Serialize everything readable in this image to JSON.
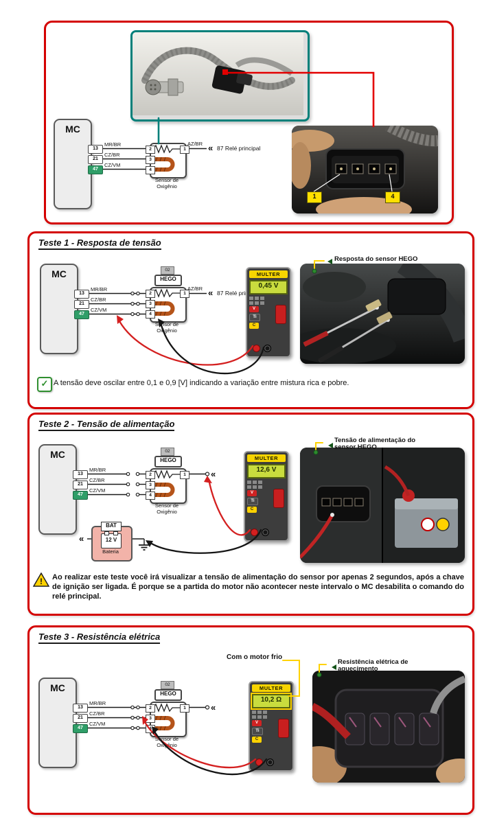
{
  "palette": {
    "panel_border": "#d40000",
    "photo_frame_teal": "#00807a",
    "highlight_yellow": "#ffd200",
    "lcd_green": "#c9dc3e",
    "pin47_green": "#2f9e68",
    "probe_red": "#d42020",
    "battery_pink": "#f2b3a9"
  },
  "diagram": {
    "mc_label": "MC",
    "rows": [
      {
        "pin": "13",
        "wire": "MR/BR"
      },
      {
        "pin": "21",
        "wire": "CZ/BR"
      },
      {
        "pin": "47",
        "wire": "CZ/VM"
      }
    ],
    "pins": {
      "p1": "1",
      "p2": "2",
      "p3": "3",
      "p4": "4"
    },
    "sensor_caption_line1": "Sensor de",
    "sensor_caption_line2": "Oxigênio",
    "hego_tag": "02",
    "hego_label": "HEGO",
    "output_wire": "AZ/BR",
    "relay_text": "87 Relé principal",
    "external_symbol": "«"
  },
  "meter": {
    "brand": "MULTER",
    "buttons": [
      "V",
      "Ti",
      "C"
    ]
  },
  "overview": {
    "connector_pin_left": "1",
    "connector_pin_right": "4"
  },
  "tests": [
    {
      "title": "Teste 1 - Resposta de tensão",
      "meter_value": "0,45 V",
      "callout": "Resposta do sensor HEGO",
      "note": "A tensão deve oscilar entre 0,1 e 0,9 [V] indicando a variação entre mistura rica e pobre."
    },
    {
      "title": "Teste 2 - Tensão de alimentação",
      "meter_value": "12,6 V",
      "callout_line1": "Tensão de alimentação do",
      "callout_line2": "sensor HEGO",
      "note": "Ao realizar este teste você irá visualizar a tensão de alimentação do sensor por apenas 2 segundos, após a chave de ignição ser ligada. É porque se a partida do motor não acontecer neste intervalo o MC desabilita o comando do relé principal.",
      "battery": {
        "tag": "BAT",
        "voltage": "12 V",
        "caption": "Bateria"
      }
    },
    {
      "title": "Teste 3 - Resistência elétrica",
      "meter_value": "10,2 Ω",
      "condition_label": "Com o motor frio",
      "callout_line1": "Resistência elétrica de",
      "callout_line2": "aquecimento"
    }
  ]
}
